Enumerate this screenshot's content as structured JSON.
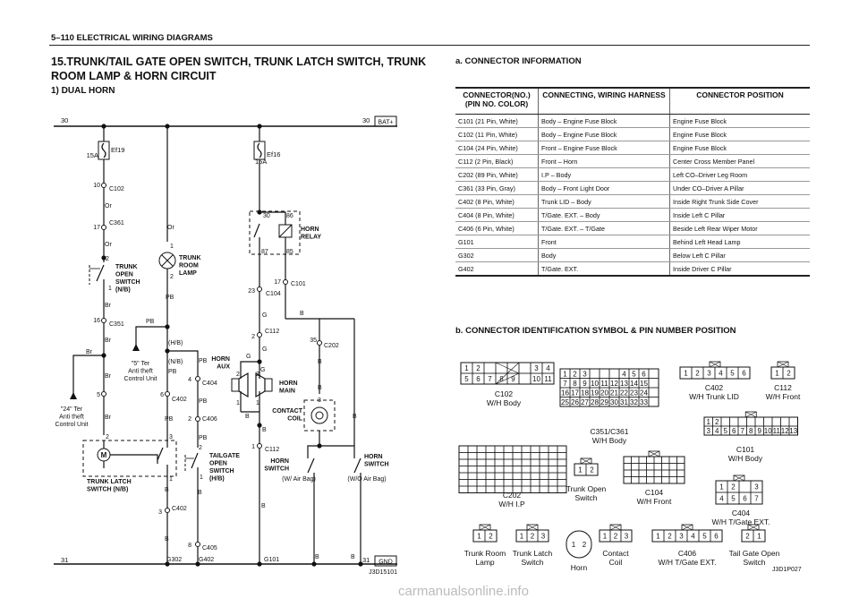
{
  "header": "5–110   ELECTRICAL WIRING DIAGRAMS",
  "title": "15.TRUNK/TAIL GATE OPEN SWITCH, TRUNK LATCH SWITCH, TRUNK ROOM LAMP & HORN CIRCUIT",
  "subtitle": "1) DUAL HORN",
  "section_a": "a. CONNECTOR INFORMATION",
  "section_b": "b. CONNECTOR IDENTIFICATION SYMBOL & PIN NUMBER POSITION",
  "table": {
    "headers": [
      "CONNECTOR(NO.)\n(PIN NO. COLOR)",
      "CONNECTING, WIRING HARNESS",
      "CONNECTOR POSITION"
    ],
    "rows": [
      [
        "C101 (21 Pin, White)",
        "Body – Engine Fuse Block",
        "Engine Fuse Block"
      ],
      [
        "C102 (11 Pin, White)",
        "Body – Engine Fuse Block",
        "Engine Fuse Block"
      ],
      [
        "C104 (24 Pin, White)",
        "Front – Engine Fuse Block",
        "Engine Fuse Block"
      ],
      [
        "C112 (2 Pin, Black)",
        "Front – Horn",
        "Center Cross Member Panel"
      ],
      [
        "C202 (89 Pin, White)",
        "I.P – Body",
        "Left CO–Driver Leg Room"
      ],
      [
        "C361 (33 Pin, Gray)",
        "Body – Front Light Door",
        "Under CO–Driver A Pillar"
      ],
      [
        "C402 (8 Pin, White)",
        "Trunk LID – Body",
        "Inside Right Trunk Side Cover"
      ],
      [
        "C404 (8 Pin, White)",
        "T/Gate. EXT. – Body",
        "Inside Left C Pillar"
      ],
      [
        "C406 (6 Pin, White)",
        "T/Gate. EXT. – T/Gate",
        "Beside Left Rear Wiper Motor"
      ],
      [
        "G101",
        "Front",
        "Behind Left Head Lamp"
      ],
      [
        "G302",
        "Body",
        "Below Left C Pillar"
      ],
      [
        "G402",
        "T/Gate. EXT.",
        "Inside Driver C Pillar"
      ]
    ]
  },
  "diagram": {
    "bus_top_left": "30",
    "bus_top_right": "30",
    "bat_label": "BAT+",
    "bus_bottom_left": "31",
    "bus_bottom_right": "31",
    "gnd_label": "GND",
    "drawing_code": "J3D15101",
    "ef19": "Ef19",
    "ef19_amp": "15A",
    "ef16": "Ef16",
    "ef16_amp": "15A",
    "c102": "C102",
    "c361": "C361",
    "c351": "C351",
    "c402": "C402",
    "c404": "C404",
    "c406": "C406",
    "c405": "C405",
    "c112": "C112",
    "c104": "C104",
    "c101": "C101",
    "c202": "C202",
    "pin10": "10",
    "pin17": "17",
    "pin2": "2",
    "pin1": "1",
    "pin16": "16",
    "pin5": "5",
    "pin6": "6",
    "pin4": "4",
    "pin3": "3",
    "pin8": "8",
    "pin23": "23",
    "pin35": "35",
    "relay_30": "30",
    "relay_86": "86",
    "relay_87": "87",
    "relay_85": "85",
    "w_or": "Or",
    "w_br": "Br",
    "w_pb": "PB",
    "w_b": "B",
    "w_g": "G",
    "w_hb": "(H/B)",
    "w_nb": "(N/B)",
    "trunk_open_switch": "TRUNK\nOPEN\nSWITCH\n(N/B)",
    "trunk_room_lamp": "TRUNK\nROOM\nLAMP",
    "horn_relay": "HORN\nRELAY",
    "ter5": "\"5\" Ter\nAnti theft\nControl Unit",
    "ter24": "\"24\" Ter\nAnti theft\nControl Unit",
    "horn_aux": "HORN\nAUX",
    "horn_main": "HORN\nMAIN",
    "contact_coil": "CONTACT\nCOIL",
    "tailgate_switch": "TAILGATE\nOPEN\nSWITCH\n(H/B)",
    "trunk_latch": "TRUNK LATCH\nSWITCH (N/B)",
    "horn_switch_a": "HORN\nSWITCH",
    "horn_switch_b": "HORN\nSWITCH",
    "w_air": "(W/ Air Bag)",
    "wo_air": "(W/O Air Bag)",
    "motor": "M",
    "g302": "G302",
    "g402": "G402",
    "g101": "G101"
  },
  "connectors": {
    "c102": "C102\nW/H Body",
    "c351": "C351/C361\nW/H Body",
    "c402": "C402\nW/H Trunk LID",
    "c112": "C112\nW/H Front",
    "c101": "C101\nW/H Body",
    "c202": "C202\nW/H I.P",
    "trunk_open": "Trunk Open\nSwitch",
    "c104": "C104\nW/H Front",
    "c404": "C404\nW/H T/Gate EXT.",
    "trunk_room": "Trunk Room\nLamp",
    "trunk_latch": "Trunk Latch\nSwitch",
    "horn": "Horn",
    "contact_coil": "Contact\nCoil",
    "c406": "C406\nW/H T/Gate EXT.",
    "tail_gate": "Tail Gate Open\nSwitch"
  },
  "figure_code": "J3D1P027",
  "watermark": "carmanualsonline.info"
}
